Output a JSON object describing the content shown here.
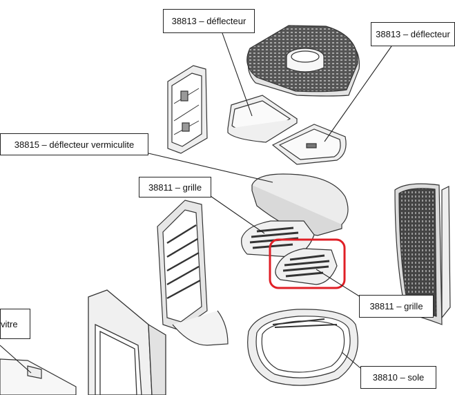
{
  "callouts": {
    "deflector_top": "38813 – déflecteur",
    "deflector_right": "38813 – déflecteur",
    "vermiculite": "38815 – déflecteur vermiculite",
    "grille_left": "38811 – grille",
    "grille_right": "38811 – grille",
    "vitre": "vitre",
    "sole": "38810 – sole"
  },
  "colors": {
    "line": "#333333",
    "panel_fill": "#e8e8e8",
    "panel_dark": "#555555",
    "highlight": "#e01f26"
  }
}
